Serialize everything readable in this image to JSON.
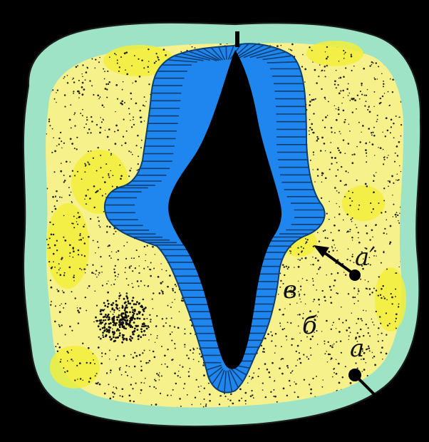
{
  "figure": {
    "background_color": "#000000",
    "colors": {
      "outer_layer": "#9fe3c6",
      "white_matter": "#f6f18a",
      "bright_patch": "#f2ef3a",
      "ependyma": "#1f86f0",
      "ependyma_line": "#0d3f73",
      "canal": "#000000",
      "outline": "#1b1b1b",
      "stipple": "#222222"
    },
    "labels": {
      "a_prime": "a′",
      "v": "в",
      "b": "б",
      "a": "a"
    }
  }
}
